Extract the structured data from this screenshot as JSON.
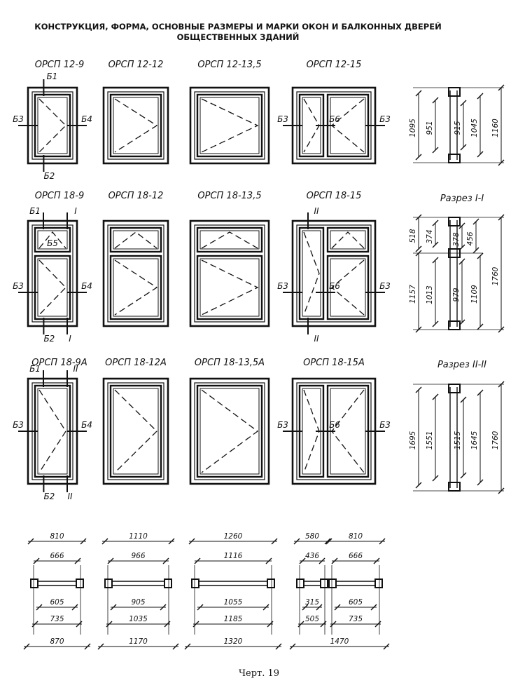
{
  "title": {
    "line1": "КОНСТРУКЦИЯ, ФОРМА, ОСНОВНЫЕ РАЗМЕРЫ И МАРКИ ОКОН И БАЛКОННЫХ ДВЕРЕЙ",
    "line2": "ОБЩЕСТВЕННЫХ ЗДАНИЙ"
  },
  "rows": [
    {
      "windows": [
        {
          "mark": "ОРСП 12-9",
          "labels": {
            "top": "Б1",
            "left": "Б3",
            "right": "Б4",
            "bottom": "Б2"
          }
        },
        {
          "mark": "ОРСП 12-12"
        },
        {
          "mark": "ОРСП 12-13,5"
        },
        {
          "mark": "ОРСП 12-15",
          "labels": {
            "left": "Б3",
            "center": "Б6",
            "right": "Б3"
          }
        }
      ],
      "section": {
        "title": "",
        "dims": [
          "1095",
          "951",
          "915",
          "1045",
          "1160"
        ]
      }
    },
    {
      "windows": [
        {
          "mark": "ОРСП 18-9",
          "labels": {
            "topLeft": "Б1",
            "topRight": "I",
            "transom": "Б5",
            "left": "Б3",
            "right": "Б4",
            "bottom": "Б2",
            "bottomRight": "I"
          }
        },
        {
          "mark": "ОРСП 18-12"
        },
        {
          "mark": "ОРСП 18-13,5"
        },
        {
          "mark": "ОРСП 18-15",
          "labels": {
            "top": "II",
            "left": "Б3",
            "center": "Б6",
            "right": "Б3",
            "bottom": "II"
          }
        }
      ],
      "section": {
        "title": "Разрез I-I",
        "dims": [
          "518",
          "374",
          "378",
          "456",
          "1157",
          "1013",
          "979",
          "1109",
          "1760"
        ]
      }
    },
    {
      "windows": [
        {
          "mark": "ОРСП 18-9А",
          "labels": {
            "topLeft": "Б1",
            "topRight": "II",
            "left": "Б3",
            "right": "Б4",
            "bottom": "Б2",
            "bottomRight": "II"
          }
        },
        {
          "mark": "ОРСП 18-12А"
        },
        {
          "mark": "ОРСП 18-13,5А"
        },
        {
          "mark": "ОРСП 18-15А",
          "labels": {
            "left": "Б3",
            "center": "Б6",
            "right": "Б3"
          }
        }
      ],
      "section": {
        "title": "Разрез II-II",
        "dims": [
          "1695",
          "1551",
          "1515",
          "1645",
          "1760"
        ]
      }
    }
  ],
  "plans": [
    {
      "top1": "810",
      "top2": "666",
      "bot1": "605",
      "bot2": "735",
      "bot3": "870"
    },
    {
      "top1": "1110",
      "top2": "966",
      "bot1": "905",
      "bot2": "1035",
      "bot3": "1170"
    },
    {
      "top1": "1260",
      "top2": "1116",
      "bot1": "1055",
      "bot2": "1185",
      "bot3": "1320"
    },
    {
      "top1a": "580",
      "top2a": "436",
      "bot1a": "315",
      "bot2a": "505",
      "top1b": "810",
      "top2b": "666",
      "bot1b": "605",
      "bot2b": "735",
      "bot3": "1470"
    }
  ],
  "caption": "Черт. 19"
}
